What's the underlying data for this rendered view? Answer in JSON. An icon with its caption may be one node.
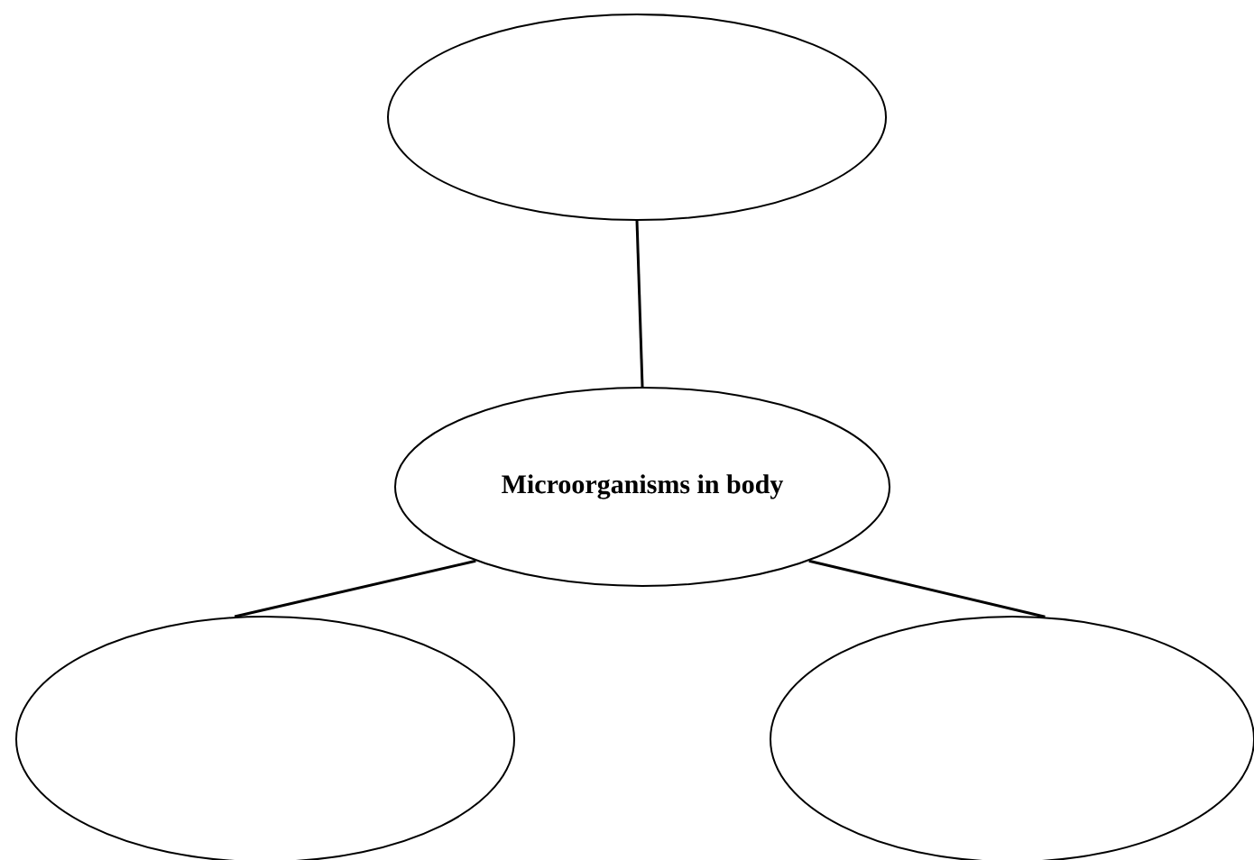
{
  "diagram": {
    "nodes": [
      {
        "text": [],
        "shape": "ellipse"
      },
      {
        "text": [
          "Microorganisms in body"
        ]
      },
      {
        "text": [],
        "shape": "ellipse"
      },
      {
        "text": [],
        "shape": "ellipse"
      }
    ],
    "edges": [
      {
        "from": 0,
        "to": 1,
        "arrow": "none"
      },
      {
        "from": 1,
        "to": 2,
        "arrow": "none"
      },
      {
        "from": 1,
        "to": 3,
        "arrow": "none"
      }
    ]
  }
}
